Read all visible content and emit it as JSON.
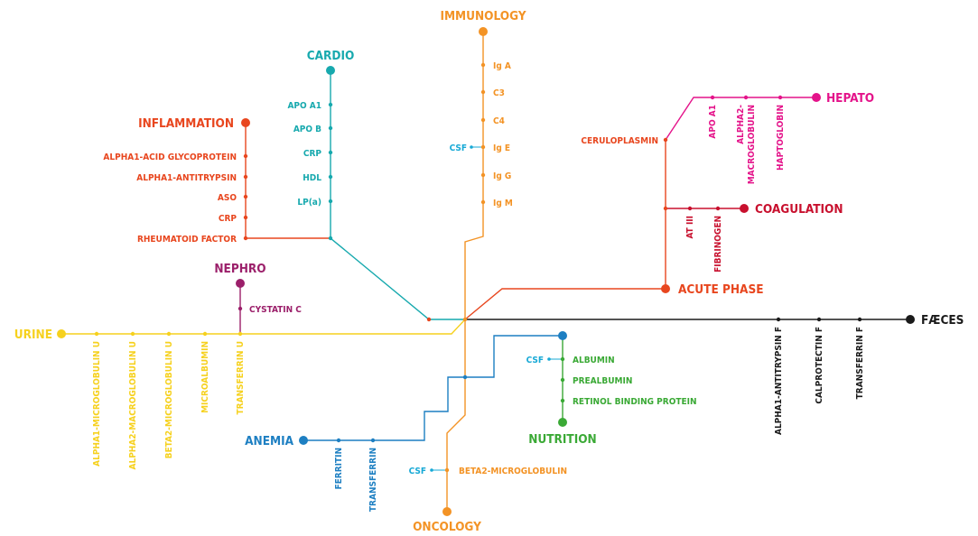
{
  "colors": {
    "immunology": "#f39325",
    "cardio": "#17a9ae",
    "inflammation": "#e8461e",
    "hepato": "#e4138a",
    "coagulation": "#c8102e",
    "acute_phase": "#e8461e",
    "nephro": "#9b1f6a",
    "urine": "#f6d11e",
    "faeces": "#1a1a1a",
    "nutrition": "#3aa935",
    "anemia": "#1d7fc2",
    "oncology": "#f39325",
    "csf": "#17a9d6"
  },
  "categories": {
    "immunology": "IMMUNOLOGY",
    "cardio": "CARDIO",
    "inflammation": "INFLAMMATION",
    "hepato": "HEPATO",
    "coagulation": "COAGULATION",
    "acute_phase": "ACUTE PHASE",
    "nephro": "NEPHRO",
    "urine": "URINE",
    "faeces": "FÆCES",
    "nutrition": "NUTRITION",
    "anemia": "ANEMIA",
    "oncology": "ONCOLOGY"
  },
  "tests": {
    "immunology": [
      "Ig A",
      "C3",
      "C4",
      "Ig E",
      "Ig G",
      "Ig M"
    ],
    "cardio": [
      "APO A1",
      "APO B",
      "CRP",
      "HDL",
      "LP(a)"
    ],
    "inflammation": [
      "ALPHA1-ACID GLYCOPROTEIN",
      "ALPHA1-ANTITRYPSIN",
      "ASO",
      "CRP",
      "RHEUMATOID FACTOR"
    ],
    "hepato": [
      "APO A1",
      "ALPHA2-",
      "MACROGLOBULIN",
      "HAPTOGLOBIN"
    ],
    "acute_phase": [
      "CERULOPLASMIN"
    ],
    "coagulation": [
      "AT III",
      "FIBRINOGEN"
    ],
    "nephro": [
      "CYSTATIN C"
    ],
    "urine": [
      "ALPHA1-MICROGLOBULIN U",
      "ALPHA2-MACROGLOBULIN U",
      "BETA2-MICROGLOBULIN U",
      "MICROALBUMIN",
      "TRANSFERRIN U"
    ],
    "faeces": [
      "ALPHA1-ANTITRYPSIN F",
      "CALPROTECTIN F",
      "TRANSFERRIN F"
    ],
    "nutrition": [
      "ALBUMIN",
      "PREALBUMIN",
      "RETINOL BINDING PROTEIN"
    ],
    "anemia": [
      "FERRITIN",
      "TRANSFERRIN"
    ],
    "oncology": [
      "BETA2-MICROGLOBULIN"
    ],
    "csf": [
      "CSF",
      "CSF",
      "CSF"
    ]
  }
}
